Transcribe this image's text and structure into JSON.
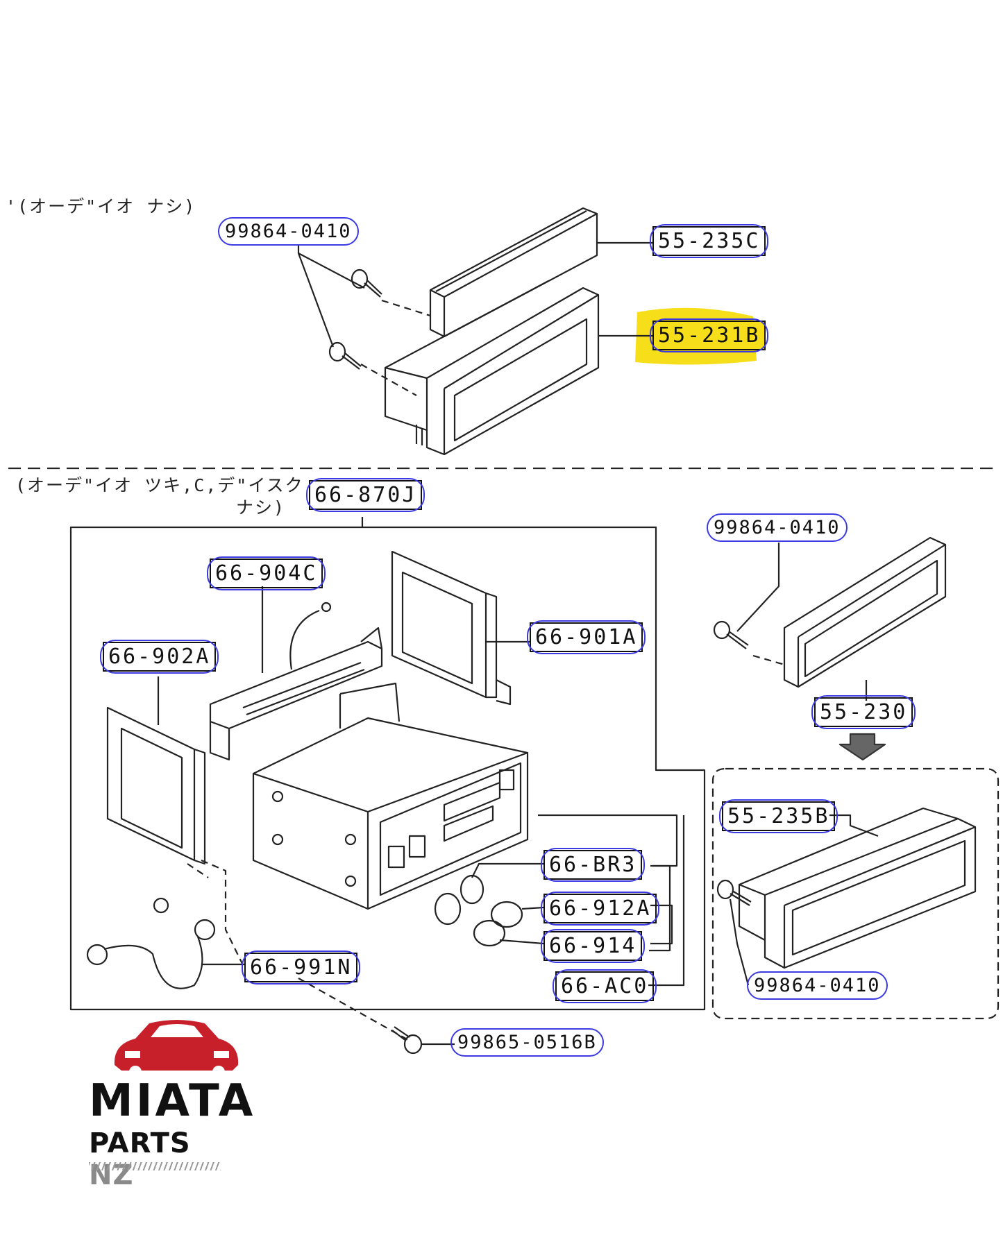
{
  "captions": {
    "top_section": "'(オーデ\"イオ ナシ)",
    "middle_section_line1": "(オーデ\"イオ ツキ,C,デ\"イスク",
    "middle_section_line2": "ナシ)"
  },
  "parts": {
    "screw_top": "99864-0410",
    "pocket_lid_top": "55-235C",
    "pocket_top": "55-231B",
    "audio_unit": "66-870J",
    "bracket_upper": "66-904C",
    "bracket_right": "66-901A",
    "bracket_left": "66-902A",
    "screw_right": "99864-0410",
    "pocket_right": "55-230",
    "pocket_boxed": "55-235B",
    "knob_part_1": "66-BR3",
    "knob_part_2": "66-912A",
    "knob_part_3": "66-914",
    "knob_part_4": "66-AC0",
    "ground_cable": "66-991N",
    "screw_boxed": "99864-0410",
    "screw_bottom": "99865-0516B"
  },
  "highlight": {
    "part": "55-231B",
    "color": "#f6df1a"
  },
  "ring_color": "#3a3ae0",
  "logo": {
    "line1": "MIATA",
    "line2_a": "PARTS",
    "line2_b": "NZ",
    "car_color": "#c8202a"
  }
}
